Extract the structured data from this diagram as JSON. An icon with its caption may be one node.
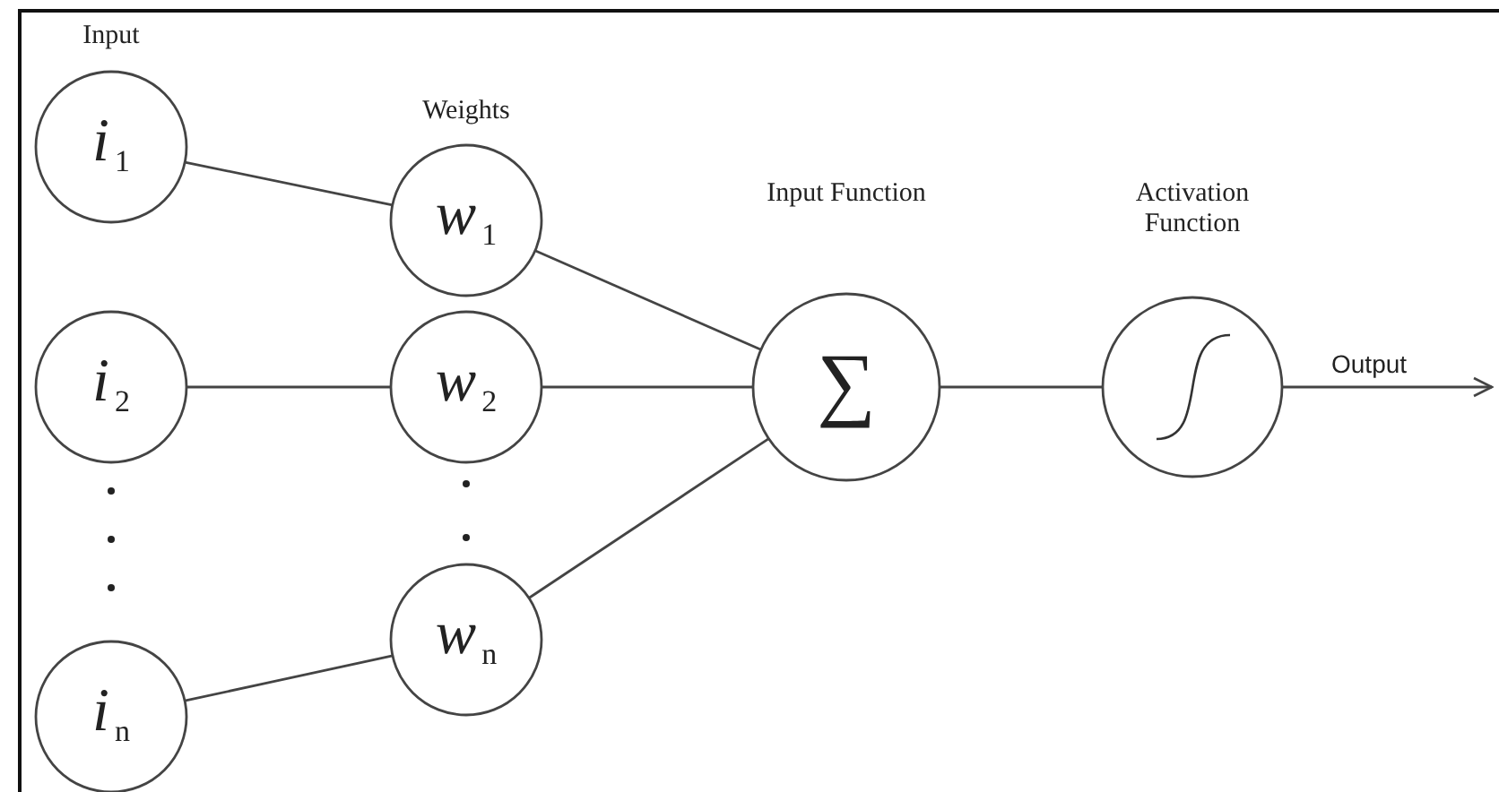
{
  "diagram": {
    "nodes": [
      {
        "text": [
          "*i*$_{1}$"
        ],
        "beside": [
          "Input"
        ]
      },
      {
        "text": [
          "*i*$_{2}$"
        ]
      },
      {
        "text": [
          "*i*$_{n}$"
        ]
      },
      {
        "text": [
          "*w*$_{1}$"
        ],
        "beside": [
          "Weights"
        ]
      },
      {
        "text": [
          "*w*$_{2}$"
        ]
      },
      {
        "text": [
          "*w*$_{n}$"
        ]
      },
      {
        "text": [
          "∑"
        ],
        "beside": [
          "Input Function"
        ]
      },
      {
        "text": [],
        "shape": "circle",
        "beside": [
          "Activation Function"
        ]
      }
    ],
    "edges": [
      {
        "from": 0,
        "to": 3,
        "arrow": "none"
      },
      {
        "from": 1,
        "to": 4,
        "arrow": "none"
      },
      {
        "from": 2,
        "to": 5,
        "arrow": "none"
      },
      {
        "from": 3,
        "to": 6,
        "arrow": "none"
      },
      {
        "from": 4,
        "to": 6,
        "arrow": "none"
      },
      {
        "from": 5,
        "to": 6,
        "arrow": "none"
      },
      {
        "from": 6,
        "to": 7,
        "arrow": "none"
      },
      {
        "from": 7,
        "to": null,
        "arrow": "to",
        "label": "Output"
      }
    ]
  }
}
